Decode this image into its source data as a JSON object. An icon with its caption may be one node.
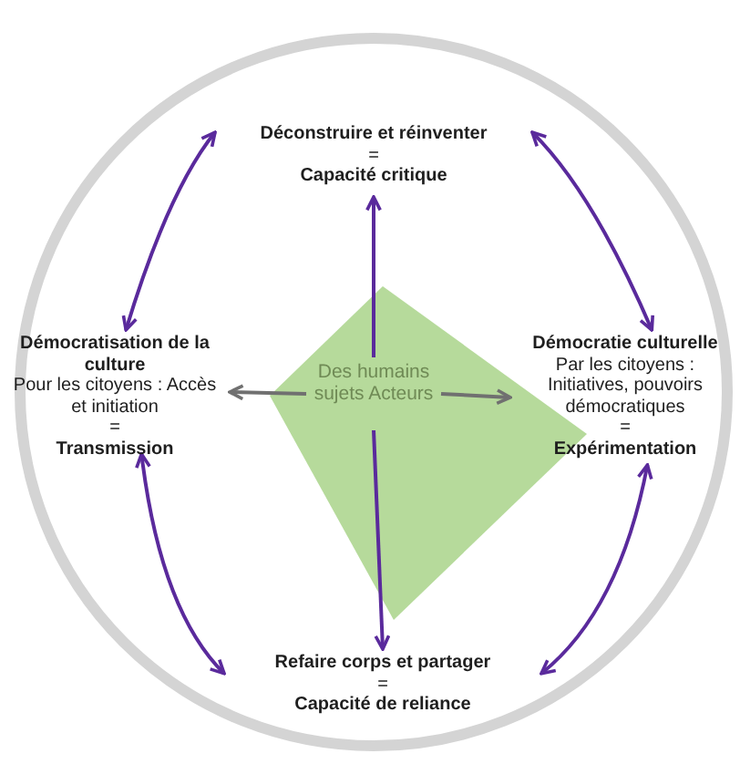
{
  "diagram": {
    "nodes": [
      {
        "text": [
          "Déconstruire et réinventer",
          "=",
          "Capacité critique"
        ]
      },
      {
        "text": [
          "Démocratisation de la culture",
          "Pour les citoyens : Accès et initiation",
          "=",
          "Transmission"
        ]
      },
      {
        "text": [
          "Démocratie culturelle",
          "Par les citoyens : Initiatives, pouvoirs démocratiques",
          "=",
          "Expérimentation"
        ]
      },
      {
        "text": [
          "Refaire corps et partager",
          "=",
          "Capacité de reliance"
        ]
      },
      {
        "text": [
          "Des humains sujets Acteurs"
        ]
      }
    ],
    "edges": [
      {
        "from": 4,
        "to": 0,
        "arrow": "to"
      },
      {
        "from": 4,
        "to": 1,
        "arrow": "to",
        "color": "#707070"
      },
      {
        "from": 4,
        "to": 2,
        "arrow": "to",
        "color": "#707070"
      },
      {
        "from": 4,
        "to": 3,
        "arrow": "to"
      },
      {
        "from": 0,
        "to": 1,
        "arrow": "both"
      },
      {
        "from": 0,
        "to": 2,
        "arrow": "both"
      },
      {
        "from": 1,
        "to": 3,
        "arrow": "both"
      },
      {
        "from": 2,
        "to": 3,
        "arrow": "both"
      }
    ]
  }
}
